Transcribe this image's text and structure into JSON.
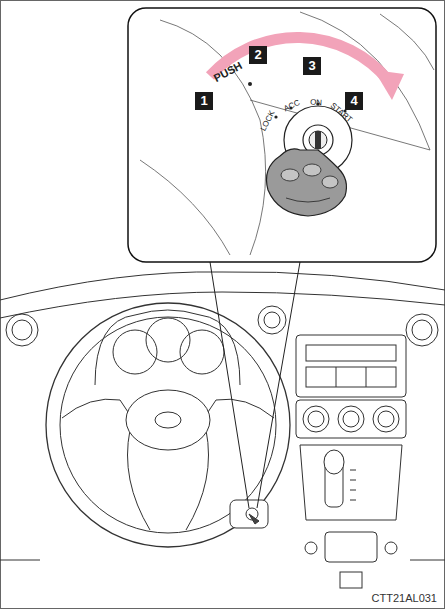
{
  "diagram": {
    "labels": [
      "2",
      "PUSH",
      "3",
      "1",
      "LOCK",
      "ACC",
      "ON",
      "START",
      "4",
      "CTT21AL031"
    ]
  }
}
